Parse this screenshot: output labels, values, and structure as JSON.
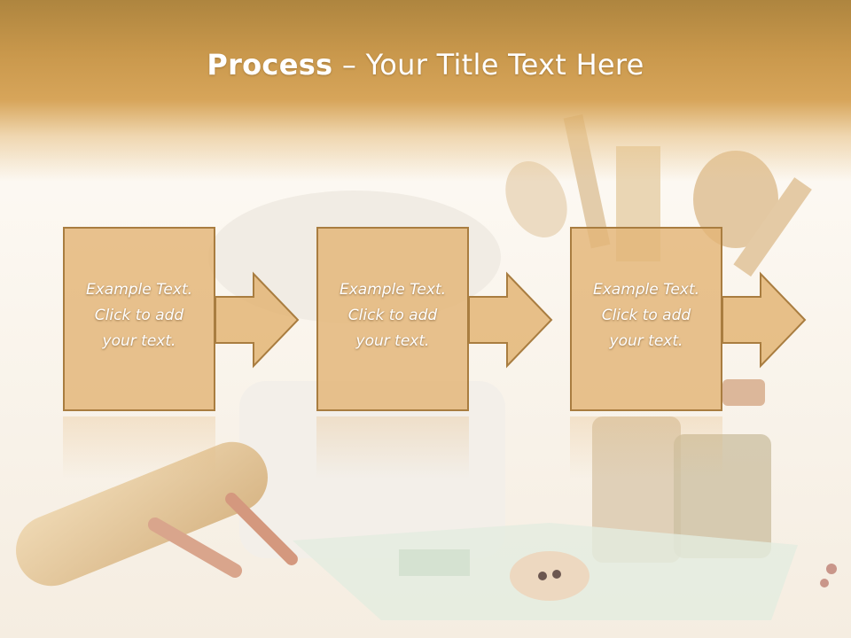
{
  "slide": {
    "title_bold": "Process",
    "title_rest": " – Your Title Text Here",
    "steps": [
      {
        "text": "Example Text.\nClick  to add\nyour text."
      },
      {
        "text": "Example Text.\nClick  to add\nyour text."
      },
      {
        "text": "Example Text.\nClick  to add\nyour text."
      }
    ]
  },
  "colors": {
    "header": "#c9984c",
    "box_fill": "#e3b576",
    "box_border": "#a97d40",
    "text": "#ffffff"
  },
  "background": {
    "description_icon": "kitchen-utensils-photo"
  }
}
